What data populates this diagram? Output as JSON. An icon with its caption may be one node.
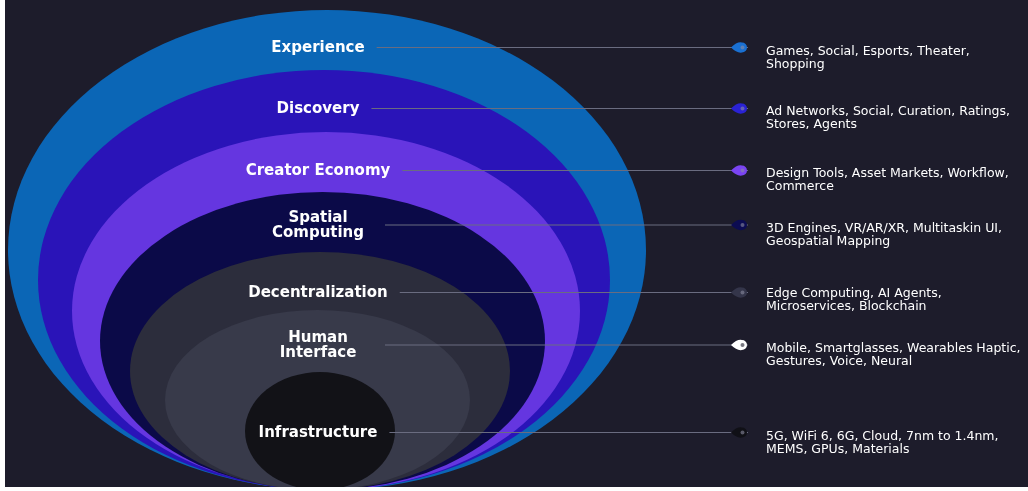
{
  "diagram": {
    "nodes": [
      {
        "text": [
          "Experience"
        ]
      },
      {
        "text": [
          "Discovery"
        ],
        "in": 0
      },
      {
        "text": [
          "Creator Economy"
        ],
        "in": 1
      },
      {
        "text": [
          "Spatial Computing"
        ],
        "in": 2
      },
      {
        "text": [
          "Decentralization"
        ],
        "in": 3
      },
      {
        "text": [
          "Human Interface"
        ],
        "in": 4
      },
      {
        "text": [
          "Infrastructure"
        ],
        "in": 5
      },
      {
        "text": [
          "Games, Social, Esports, Theater, Shopping"
        ]
      },
      {
        "text": [
          "Ad Networks, Social, Curation, Ratings, Stores, Agents"
        ]
      },
      {
        "text": [
          "Design Tools, Asset Markets, Workflow, Commerce"
        ]
      },
      {
        "text": [
          "3D Engines, VR/AR/XR, Multitaskin UI, Geospatial Mapping"
        ]
      },
      {
        "text": [
          "Edge Computing, AI Agents, Microservices, Blockchain"
        ]
      },
      {
        "text": [
          "Mobile, Smartglasses, Wearables Haptic, Gestures, Voice, Neural"
        ]
      },
      {
        "text": [
          "5G, WiFi 6, 6G, Cloud, 7nm to 1.4nm, MEMS, GPUs, Materials"
        ]
      }
    ],
    "edges": [
      {
        "from": 0,
        "to": 7,
        "arrow": "other"
      },
      {
        "from": 1,
        "to": 8,
        "arrow": "other"
      },
      {
        "from": 2,
        "to": 9,
        "arrow": "other"
      },
      {
        "from": 3,
        "to": 10,
        "arrow": "other"
      },
      {
        "from": 4,
        "to": 11,
        "arrow": "other"
      },
      {
        "from": 5,
        "to": 12,
        "arrow": "other"
      },
      {
        "from": 6,
        "to": 13,
        "arrow": "other"
      }
    ]
  }
}
